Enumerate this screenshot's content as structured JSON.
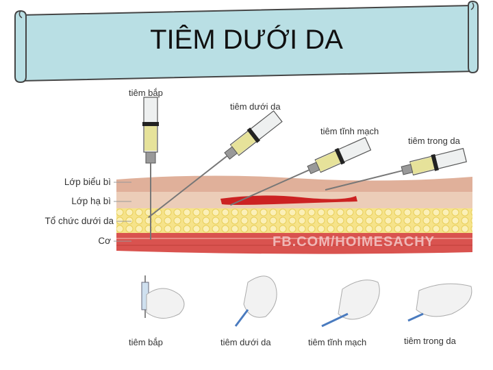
{
  "slide": {
    "title": "TIÊM DƯỚI DA"
  },
  "diagram": {
    "layer_labels": [
      "Lớp biểu bì",
      "Lớp hạ bì",
      "Tổ chức dưới da",
      "Cơ"
    ],
    "needle_labels": [
      "tiêm bắp",
      "tiêm dưới da",
      "tiêm tĩnh mạch",
      "tiêm trong da"
    ],
    "bottom_labels": [
      "tiêm bắp",
      "tiêm dưới da",
      "tiêm tĩnh mạch",
      "tiêm trong da"
    ],
    "watermark": "FB.COM/HOIMESACHY"
  },
  "colors": {
    "banner_fill": "#b9dfe4",
    "epidermis": "#e0b09a",
    "dermis": "#eccdb8",
    "fat": "#f6e38a",
    "muscle": "#d9534f",
    "vein": "#cc2222",
    "syringe_barrel": "#e6e29a",
    "syringe_fluid": "#dcd05a"
  }
}
